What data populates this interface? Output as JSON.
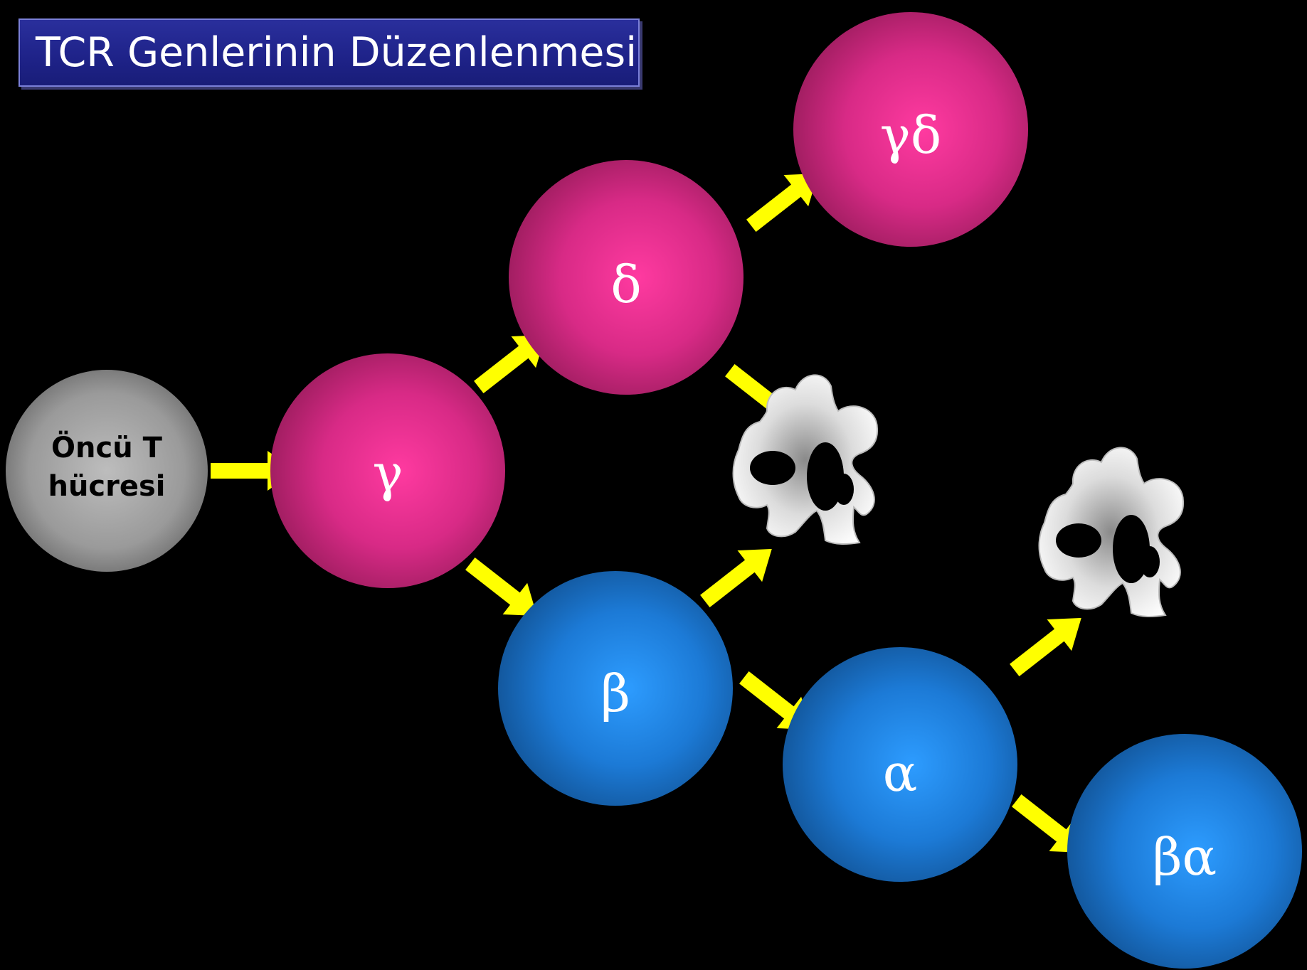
{
  "title": "TCR Genlerinin Düzenlenmesi",
  "nodes": {
    "precursor": {
      "line1": "Öncü T",
      "line2": "hücresi"
    },
    "gamma": "γ",
    "delta": "δ",
    "gamma_delta": "γδ",
    "beta": "β",
    "alpha": "α",
    "beta_alpha": "βα"
  },
  "colors": {
    "background": "#000000",
    "title_box": "#1e2288",
    "magenta_cell": "#e8308a",
    "blue_cell": "#1e78d2",
    "precursor_cell": "#9a9a9a",
    "arrow": "#ffff00",
    "apoptotic_cell": "#f0f0f0"
  }
}
